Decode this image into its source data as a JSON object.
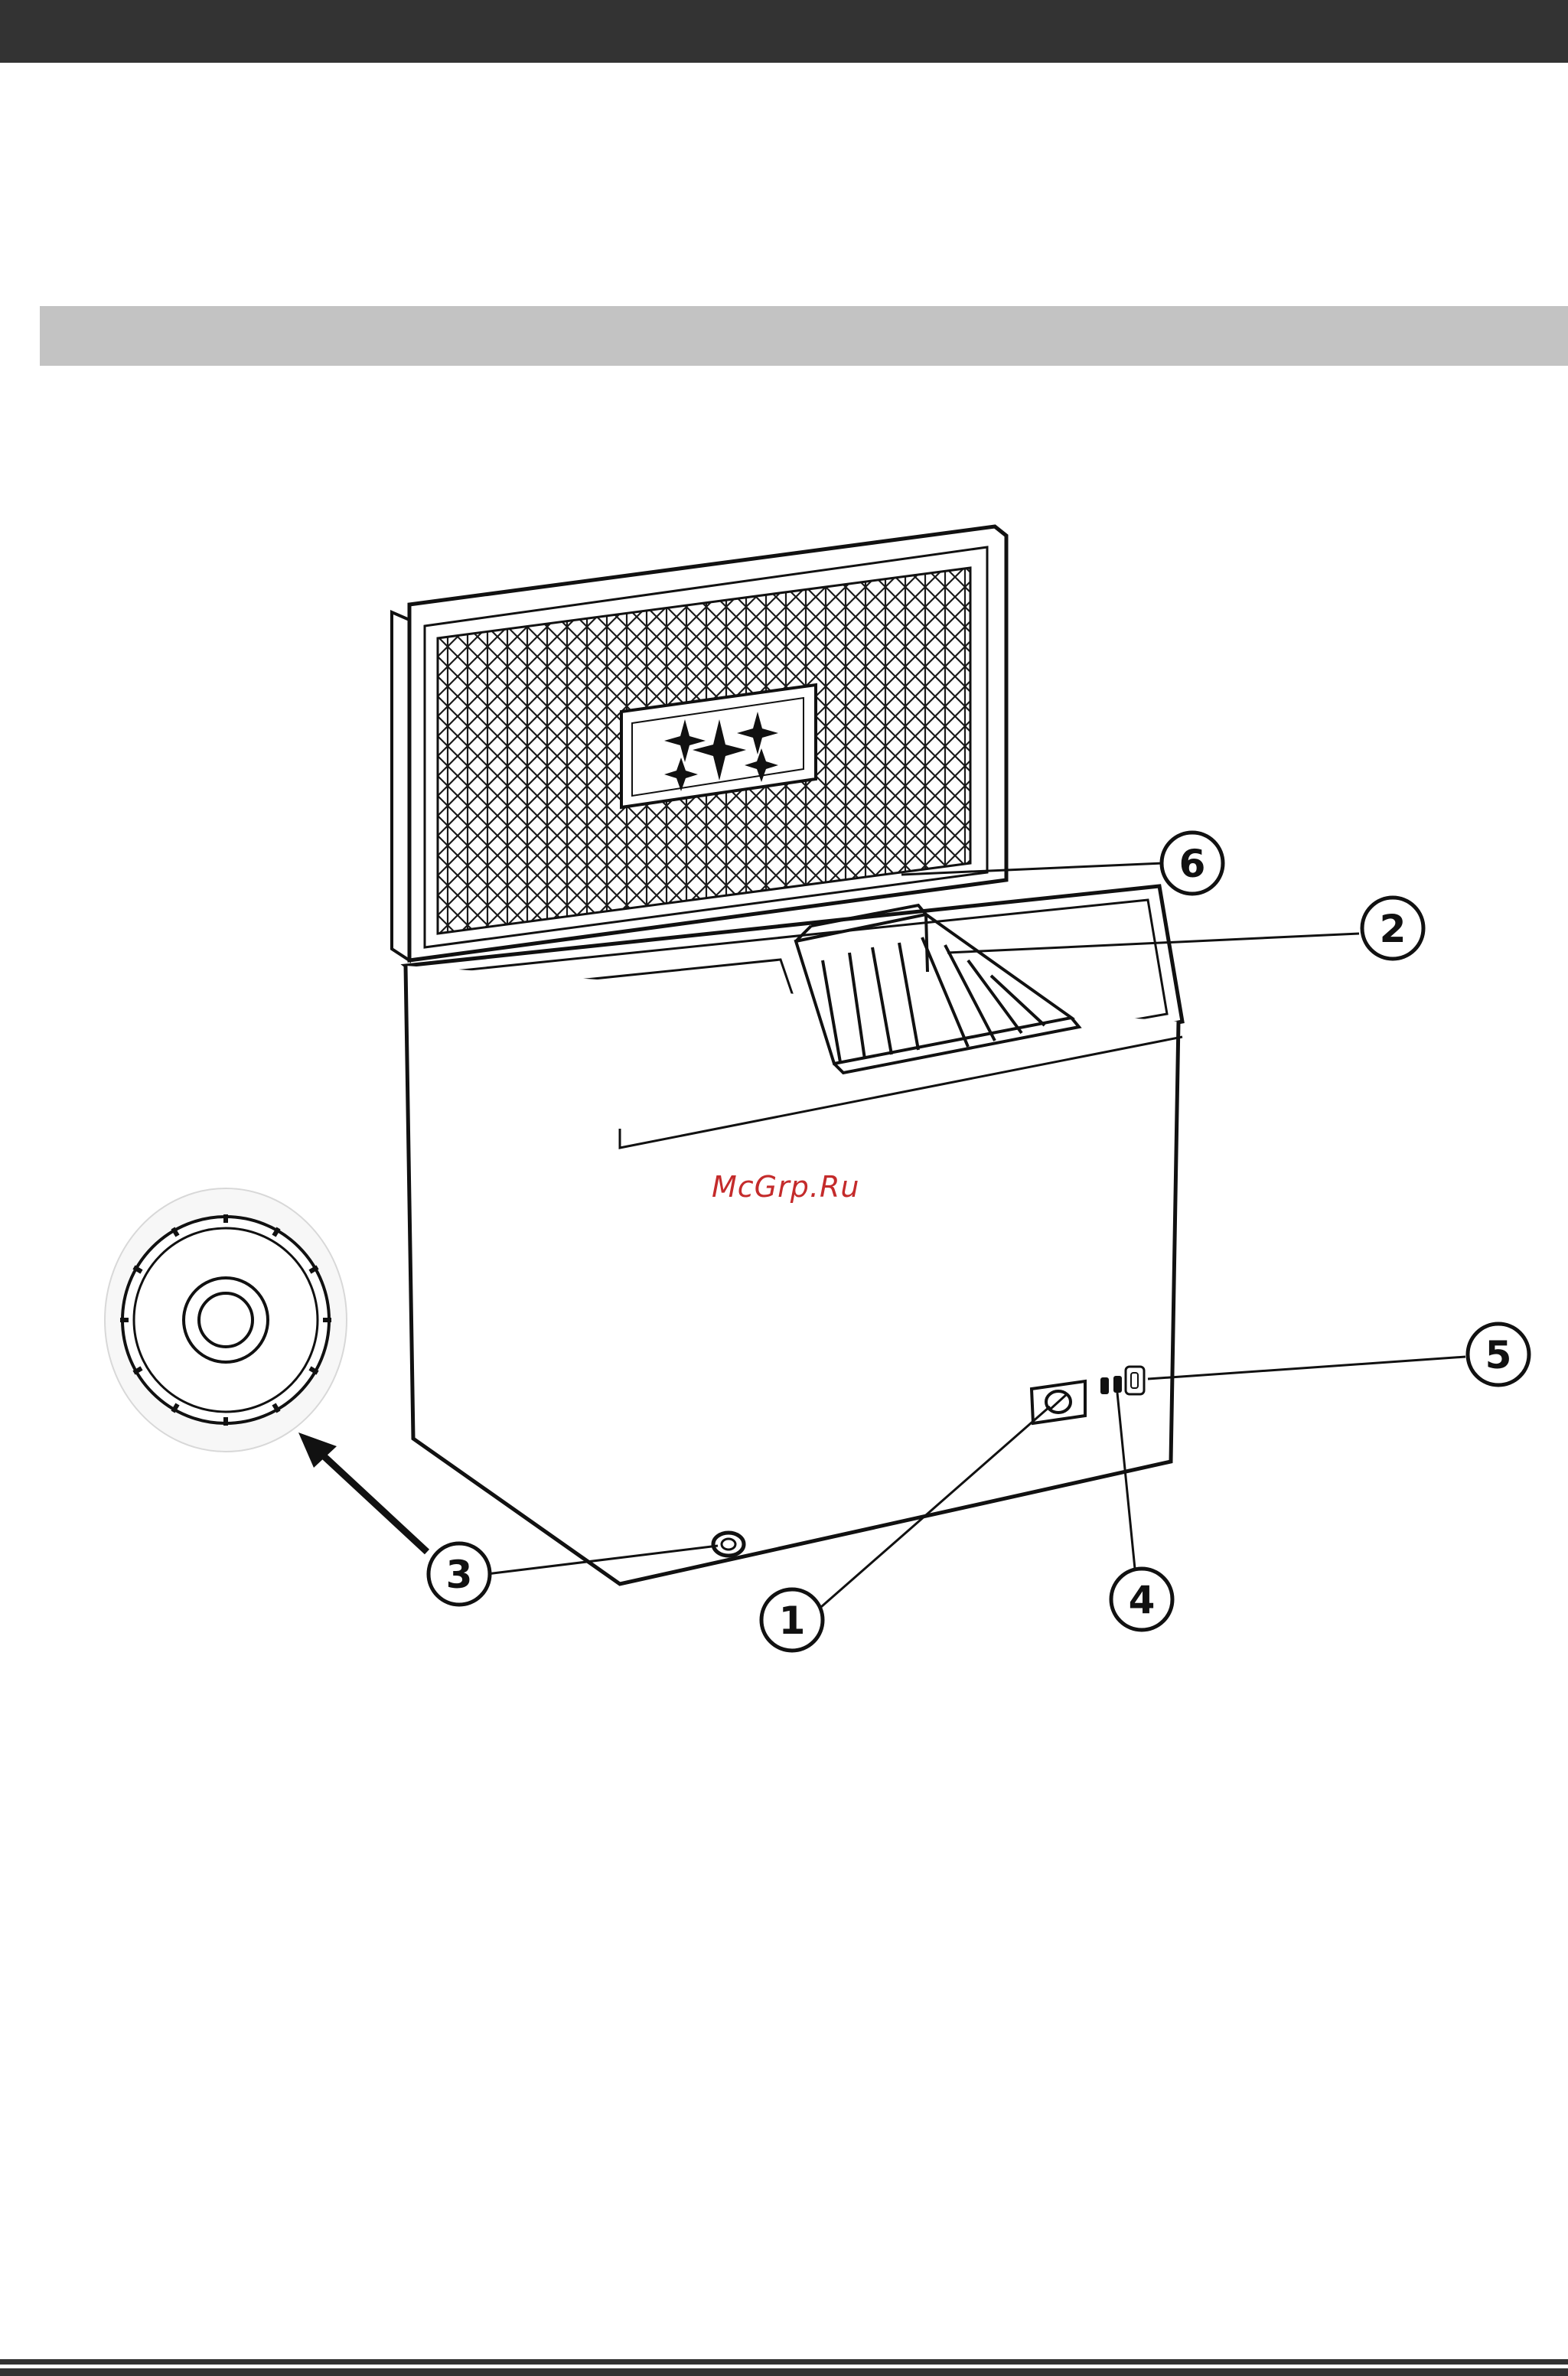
{
  "page": {
    "header_bar_color": "#333333",
    "section_bar_color": "#c3c3c3"
  },
  "figure": {
    "subject": "chest-freezer-diagram",
    "watermark": "McGrp.Ru",
    "callouts": [
      {
        "number": "1",
        "part": "thermostat-knob"
      },
      {
        "number": "2",
        "part": "wire-basket"
      },
      {
        "number": "3",
        "part": "drain-plug"
      },
      {
        "number": "4",
        "part": "indicator-lights"
      },
      {
        "number": "5",
        "part": "control-panel"
      },
      {
        "number": "6",
        "part": "lid-hinge"
      }
    ]
  }
}
